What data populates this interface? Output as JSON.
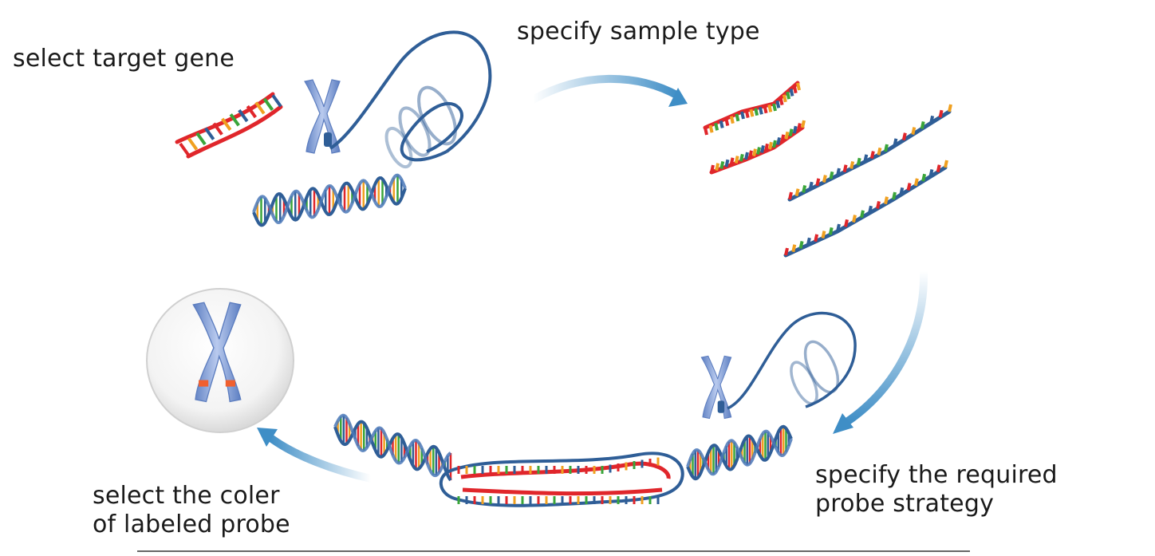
{
  "steps": {
    "select_target_gene": "select target gene",
    "specify_sample_type": "specify sample type",
    "probe_strategy": [
      "specify the required",
      "probe strategy"
    ],
    "probe_color": [
      "select the coler",
      "of labeled probe"
    ]
  },
  "colors": {
    "arrow": "#3f8ec6",
    "dna_backbone_blue": "#2f5e97",
    "dna_backbone_red": "#e0262b",
    "chromosome": "#7f9fd6",
    "probe_band": "#f0602f",
    "cell_fill": "#f2f2f2",
    "base_colors": [
      "#e0262b",
      "#f0a020",
      "#3aa53a",
      "#2f5e97"
    ]
  },
  "icons": [
    "chromosome-icon",
    "dna-double-helix-icon",
    "dna-strand-icon",
    "cell-icon",
    "cycle-arrow-icon"
  ]
}
